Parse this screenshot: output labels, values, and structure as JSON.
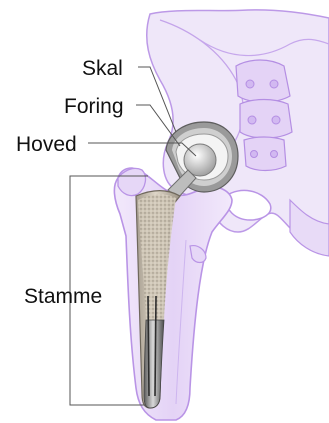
{
  "labels": {
    "shell": "Skal",
    "liner": "Foring",
    "head": "Hoved",
    "stem": "Stamme"
  },
  "colors": {
    "bone": "#b994e6",
    "bone_light": "#eadcf8",
    "line": "#555555",
    "metal_light": "#f2f2f2",
    "metal_dark": "#8c8c8c",
    "stem_texture": "#c9bfae"
  }
}
